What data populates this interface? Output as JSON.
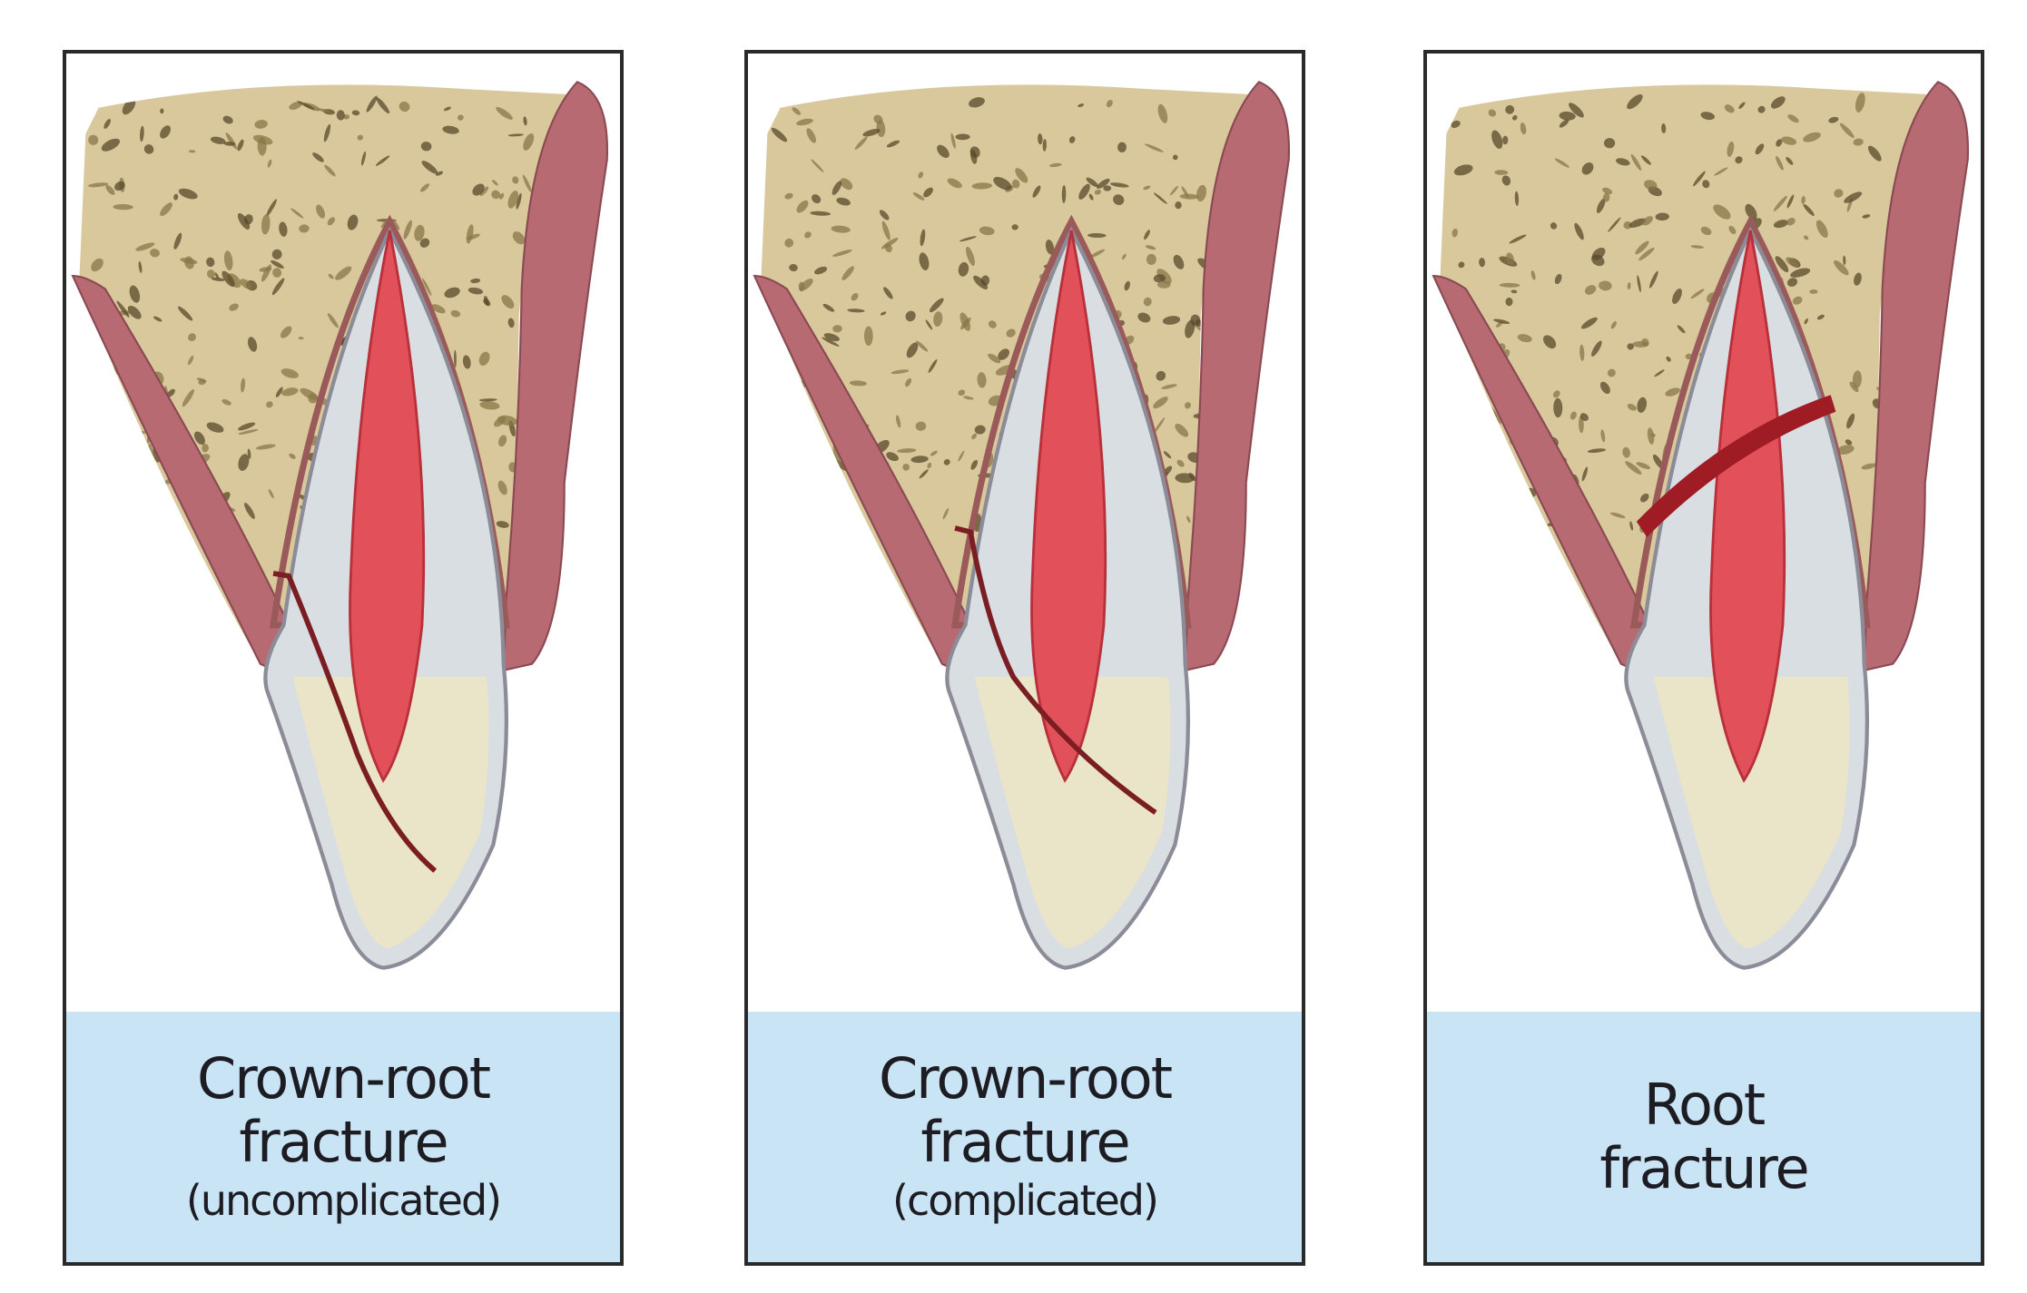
{
  "panels": [
    {
      "line1": "Crown-root",
      "line2": "fracture",
      "line3": "(uncomplicated)",
      "fracture": "oblique-crown-root"
    },
    {
      "line1": "Crown-root",
      "line2": "fracture",
      "line3": "(complicated)",
      "fracture": "oblique-through-pulp"
    },
    {
      "line1": "Root",
      "line2": "fracture",
      "fracture": "horizontal-root"
    }
  ],
  "colors": {
    "bone": "#d8c89c",
    "gum": "#b86a72",
    "tooth": "#d9dee2",
    "crown": "#ebe4c6",
    "pulp": "#e2505a",
    "fracture": "#7a1e24",
    "label_bg": "#c9e4f4"
  }
}
